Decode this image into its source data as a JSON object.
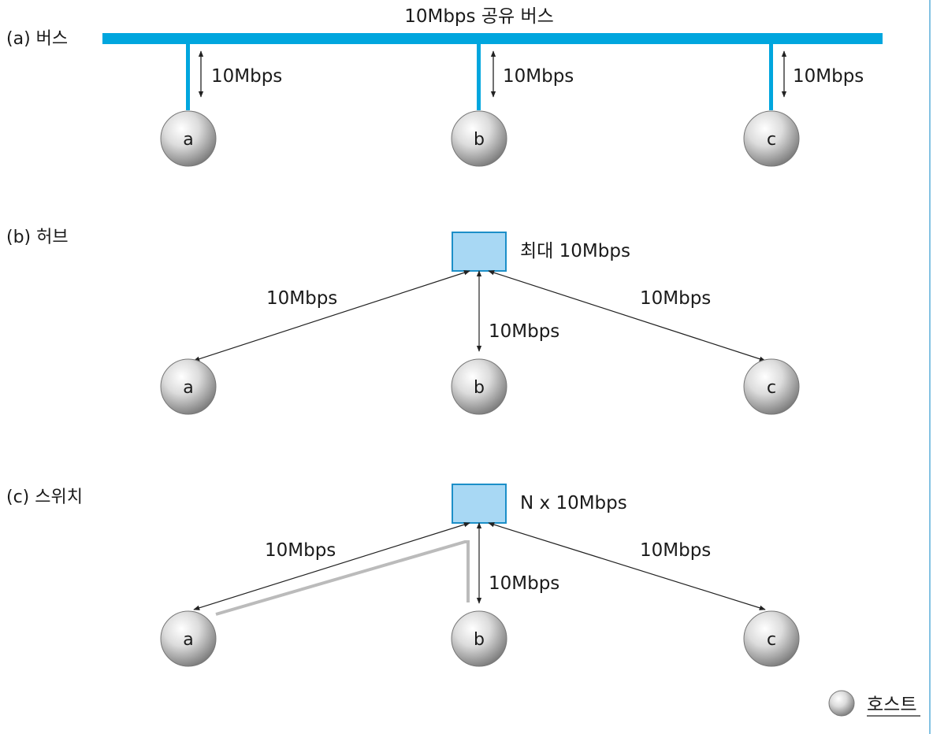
{
  "panels": {
    "bus": {
      "title": "(a) 버스",
      "bus_label": "10Mbps 공유 버스",
      "link_label": "10Mbps",
      "hosts": [
        "a",
        "b",
        "c"
      ]
    },
    "hub": {
      "title": "(b) 허브",
      "device_label": "최대 10Mbps",
      "link_label": "10Mbps",
      "hosts": [
        "a",
        "b",
        "c"
      ]
    },
    "switch": {
      "title": "(c) 스위치",
      "device_label": "N x 10Mbps",
      "link_label": "10Mbps",
      "hosts": [
        "a",
        "b",
        "c"
      ]
    }
  },
  "legend": {
    "host_label": "호스트"
  },
  "colors": {
    "bus": "#00a6de",
    "device_fill": "#a8d8f4",
    "device_border": "#1c8fc8",
    "arrow": "#222222",
    "path_highlight": "#bbbbbb",
    "node_light": "#f4f4f4",
    "node_dark": "#8c8c8c"
  }
}
